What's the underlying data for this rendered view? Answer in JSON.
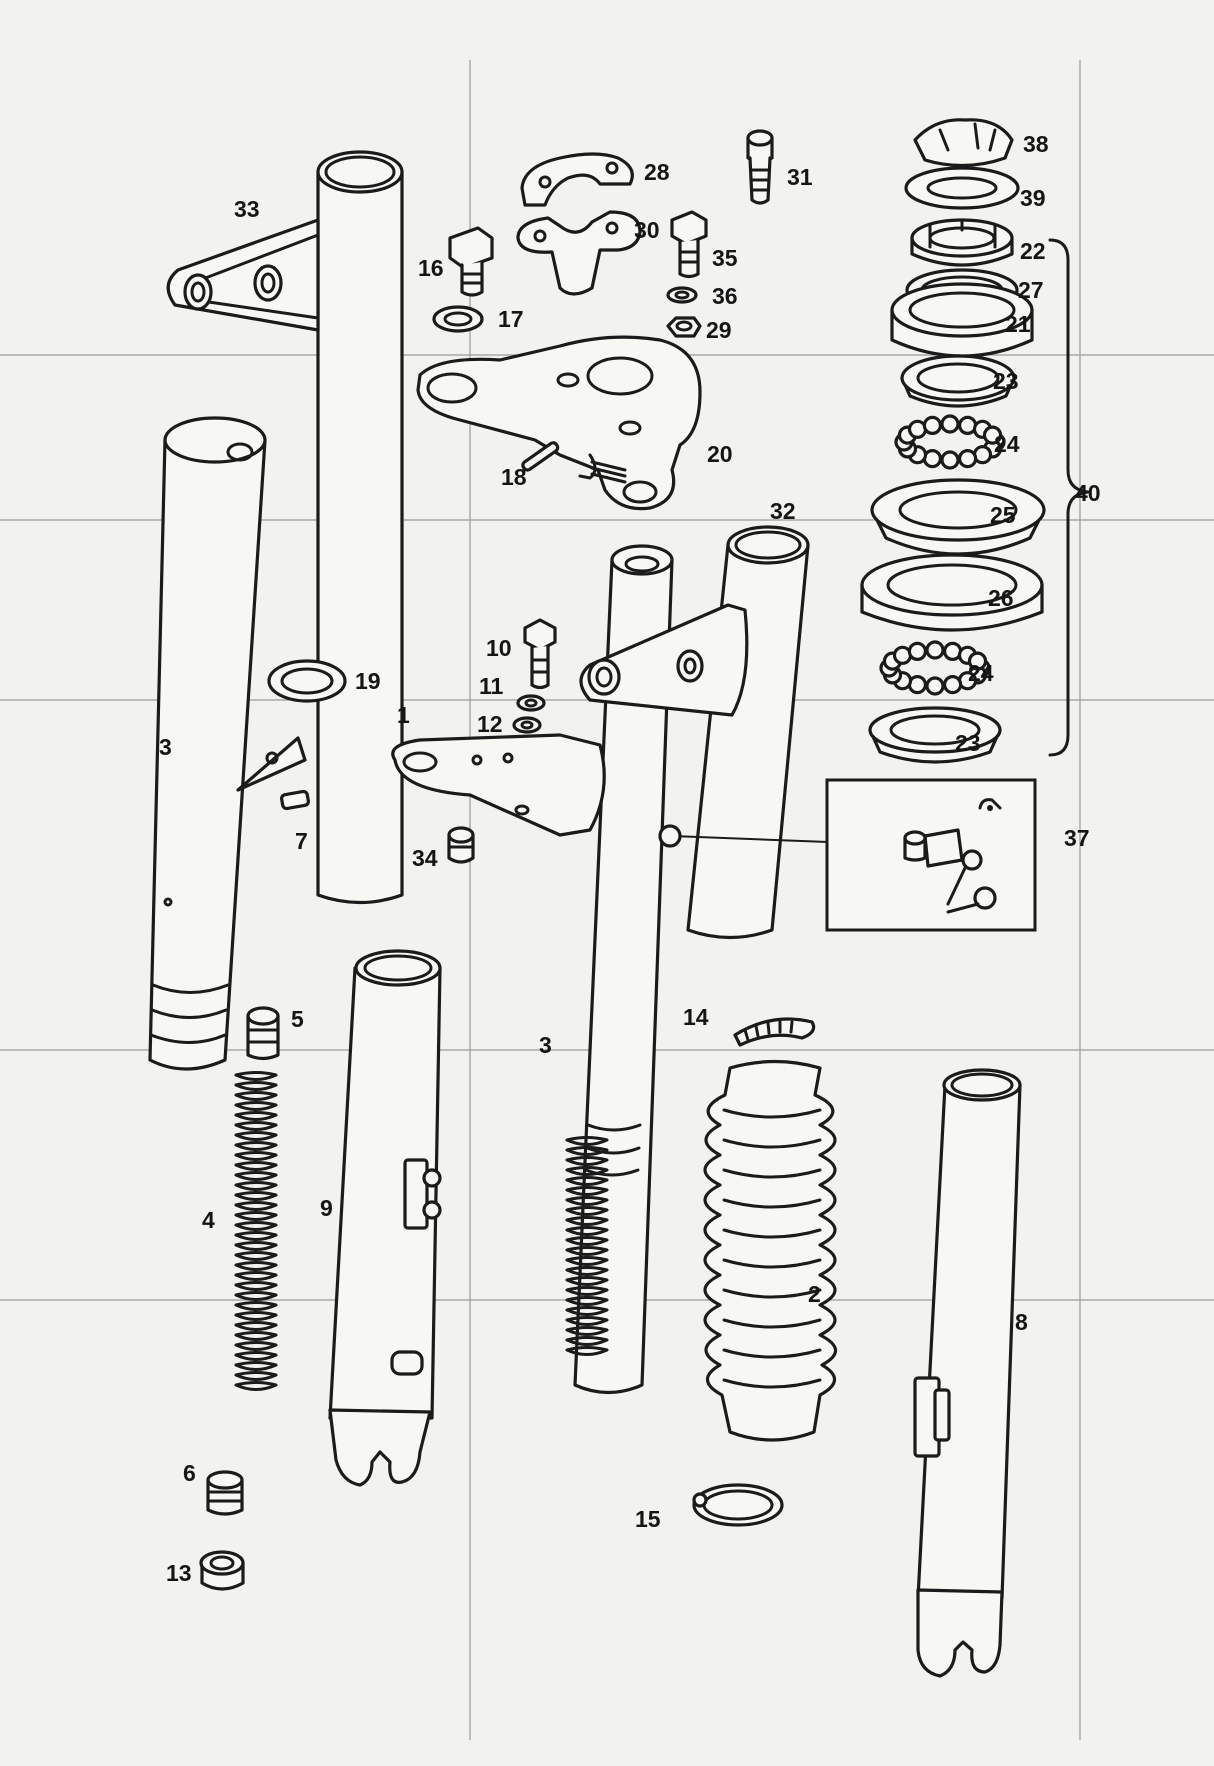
{
  "diagram": {
    "callouts": [
      {
        "id": "c1",
        "text": "1"
      },
      {
        "id": "c2",
        "text": "2"
      },
      {
        "id": "c3a",
        "text": "3"
      },
      {
        "id": "c3b",
        "text": "3"
      },
      {
        "id": "c4",
        "text": "4"
      },
      {
        "id": "c5",
        "text": "5"
      },
      {
        "id": "c6",
        "text": "6"
      },
      {
        "id": "c7",
        "text": "7"
      },
      {
        "id": "c8",
        "text": "8"
      },
      {
        "id": "c9",
        "text": "9"
      },
      {
        "id": "c10",
        "text": "10"
      },
      {
        "id": "c11",
        "text": "11"
      },
      {
        "id": "c12",
        "text": "12"
      },
      {
        "id": "c13",
        "text": "13"
      },
      {
        "id": "c14",
        "text": "14"
      },
      {
        "id": "c15",
        "text": "15"
      },
      {
        "id": "c16",
        "text": "16"
      },
      {
        "id": "c17",
        "text": "17"
      },
      {
        "id": "c18",
        "text": "18"
      },
      {
        "id": "c19",
        "text": "19"
      },
      {
        "id": "c20",
        "text": "20"
      },
      {
        "id": "c21",
        "text": "21"
      },
      {
        "id": "c22",
        "text": "22"
      },
      {
        "id": "c23a",
        "text": "23"
      },
      {
        "id": "c23b",
        "text": "23"
      },
      {
        "id": "c24a",
        "text": "24"
      },
      {
        "id": "c24b",
        "text": "24"
      },
      {
        "id": "c25",
        "text": "25"
      },
      {
        "id": "c26",
        "text": "26"
      },
      {
        "id": "c27",
        "text": "27"
      },
      {
        "id": "c28",
        "text": "28"
      },
      {
        "id": "c29",
        "text": "29"
      },
      {
        "id": "c30",
        "text": "30"
      },
      {
        "id": "c31",
        "text": "31"
      },
      {
        "id": "c32",
        "text": "32"
      },
      {
        "id": "c33",
        "text": "33"
      },
      {
        "id": "c34",
        "text": "34"
      },
      {
        "id": "c35",
        "text": "35"
      },
      {
        "id": "c36",
        "text": "36"
      },
      {
        "id": "c37",
        "text": "37"
      },
      {
        "id": "c38",
        "text": "38"
      },
      {
        "id": "c39",
        "text": "39"
      },
      {
        "id": "c40",
        "text": "40"
      }
    ]
  },
  "colors": {
    "paper": "#f2f2ef",
    "ink": "#1b1b1b",
    "bleed_through": "#9a9a9a"
  }
}
